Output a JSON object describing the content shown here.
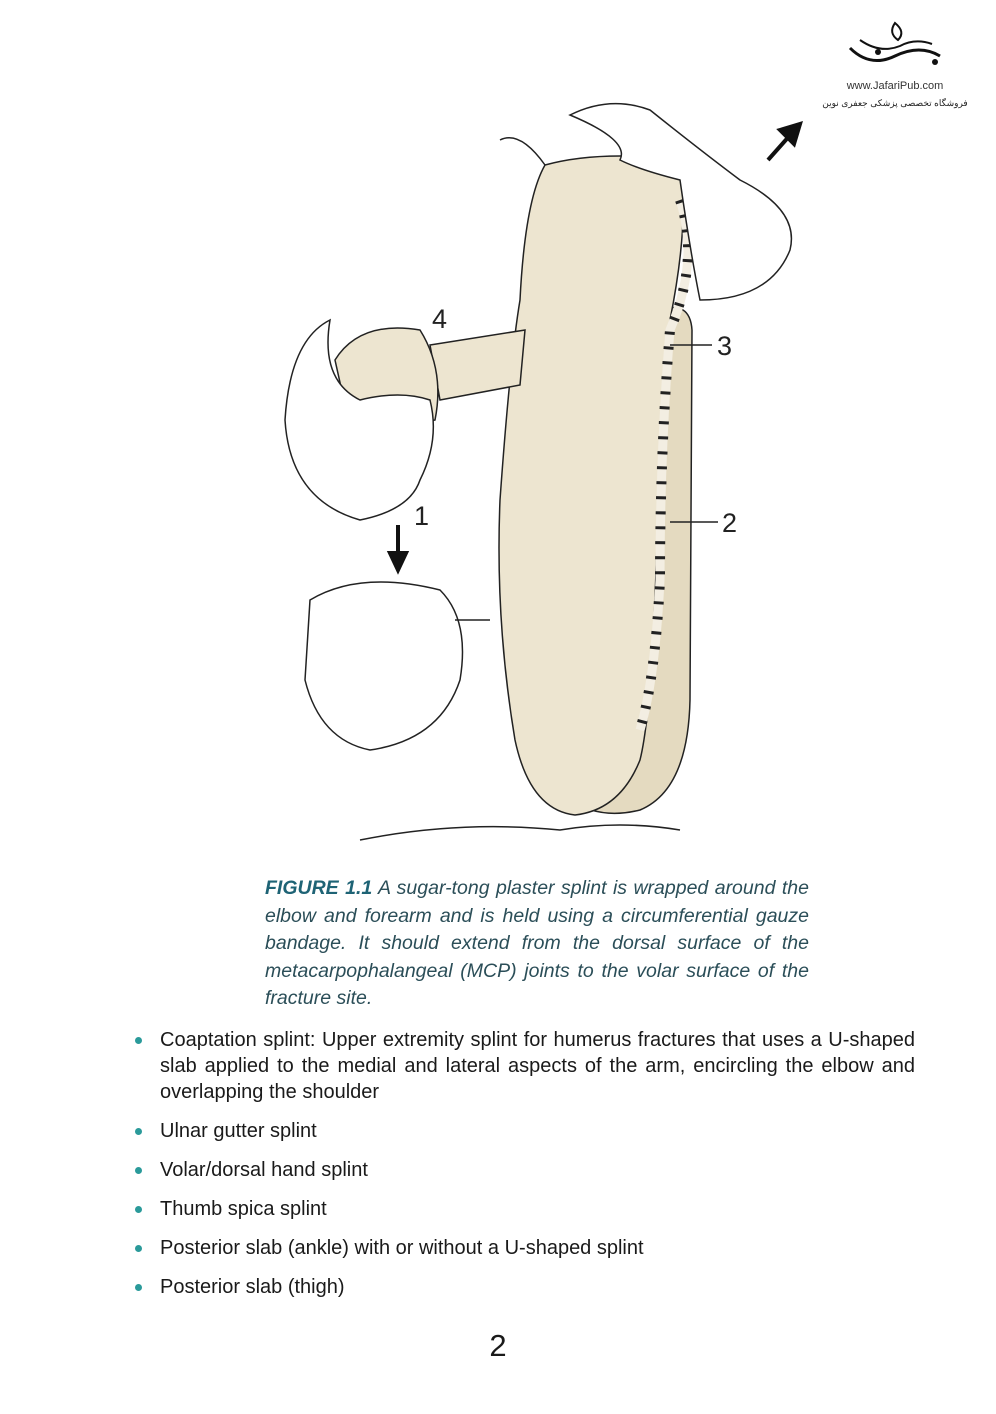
{
  "logo": {
    "url": "www.JafariPub.com",
    "tagline": "فروشگاه تخصصی پزشکی جعفری نوین"
  },
  "figure": {
    "labels": {
      "l1": "1",
      "l2": "2",
      "l3": "3",
      "l4": "4"
    }
  },
  "caption": {
    "label": "FIGURE 1.1",
    "text": " A sugar-tong plaster splint is wrapped around the elbow and forearm and is held using a circumferential gauze bandage. It should extend from the dorsal surface of the metacarpophalangeal (MCP) joints to the volar surface of the fracture site."
  },
  "bullets": [
    "Coaptation splint: Upper extremity splint for humerus fractures that uses a U-shaped slab applied to the medial and lateral aspects of the arm, encircling the elbow and overlapping the shoulder",
    "Ulnar gutter splint",
    "Volar/dorsal hand splint",
    "Thumb spica splint",
    "Posterior slab (ankle) with or without a U-shaped splint",
    "Posterior slab (thigh)"
  ],
  "page_number": "2",
  "colors": {
    "caption_label": "#1e6375",
    "caption_text": "#2b4e58",
    "bullet": "#2a9a9a",
    "plaster": "#ede5d0"
  }
}
